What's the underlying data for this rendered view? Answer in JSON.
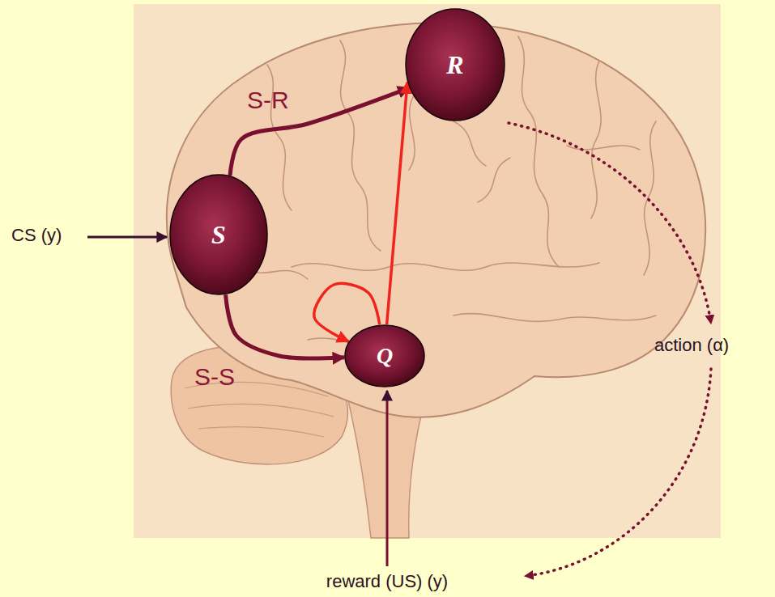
{
  "diagram": {
    "nodes": [
      {
        "text": [
          "S"
        ]
      },
      {
        "text": [
          "R"
        ]
      },
      {
        "text": [
          "Q"
        ]
      }
    ],
    "edges": [
      {
        "from": 0,
        "to": 1,
        "arrow": "to",
        "label": "S-R"
      },
      {
        "from": 0,
        "to": 2,
        "arrow": "to",
        "label": "S-S"
      },
      {
        "from": 2,
        "to": 2,
        "arrow": "to"
      },
      {
        "from": 2,
        "to": 1,
        "arrow": "to"
      }
    ],
    "labels": [
      "CS (y)",
      "action (α)",
      "reward (US) (y)"
    ]
  }
}
